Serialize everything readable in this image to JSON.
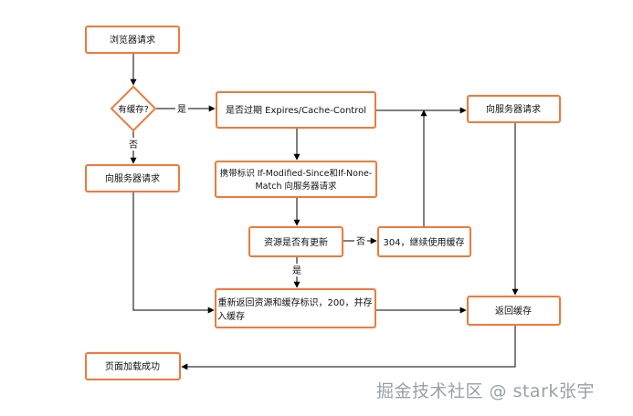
{
  "nodes": {
    "browser_request": "浏览器请求",
    "has_cache": "有缓存?",
    "expired_check": "是否过期 Expires/Cache-Control",
    "server_request_top": "向服务器请求",
    "server_request_left": "向服务器请求",
    "carry_headers": [
      "携带标识 If-Modified-Since和If-None-",
      "Match 向服务器请求"
    ],
    "resource_updated": "资源是否有更新",
    "not_modified": "304，继续使用缓存",
    "return_and_cache": [
      "重新返回资源和缓存标识，200，并存",
      "入缓存"
    ],
    "return_cache": "返回缓存",
    "page_loaded": "页面加载成功"
  },
  "edge_labels": {
    "yes_expired": "是",
    "no_cache": "否",
    "no_update": "否",
    "yes_update": "是"
  },
  "watermark": "掘金技术社区 @ stark张宇",
  "colors": {
    "node_border": "#f07a3a",
    "edge": "#000000",
    "watermark": "#9aa0a6"
  }
}
